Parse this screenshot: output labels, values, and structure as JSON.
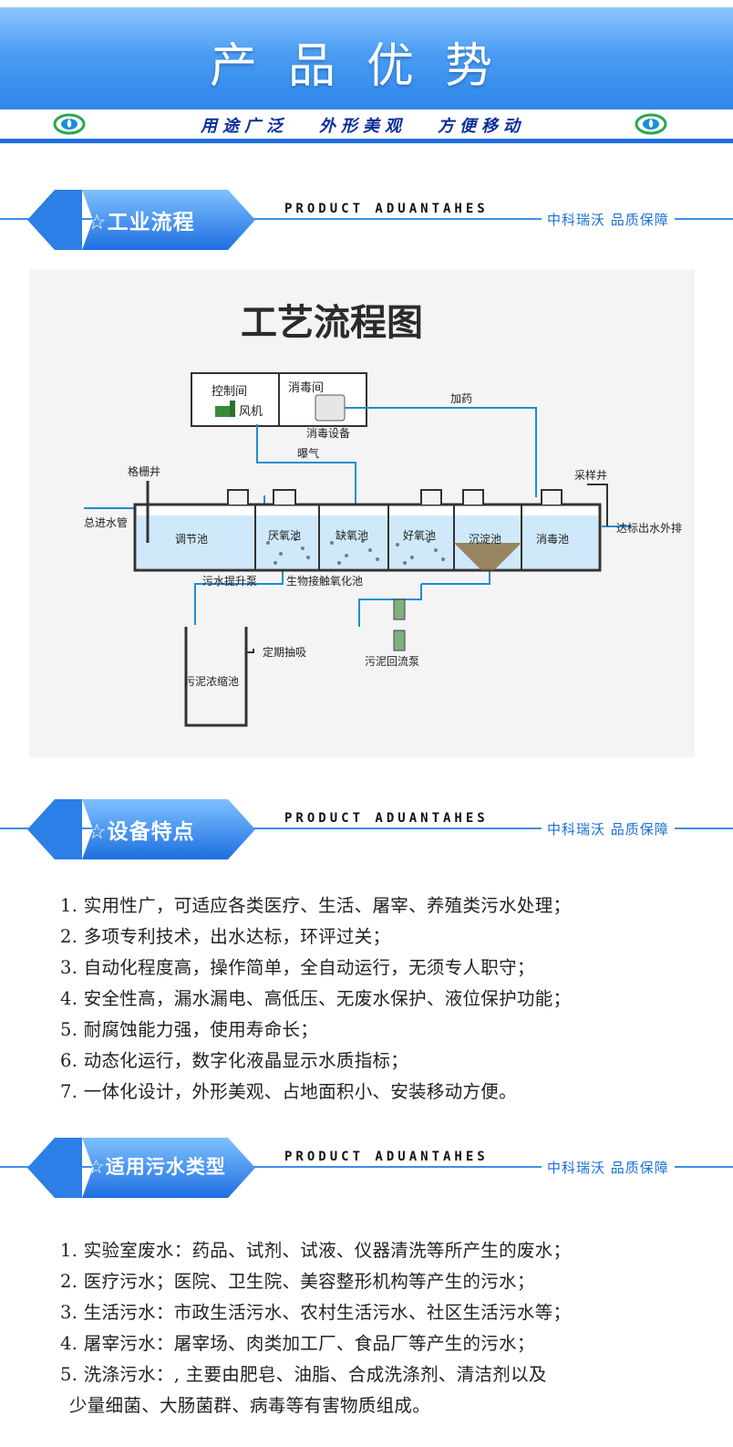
{
  "banner": {
    "title": "产品优势",
    "slogans": [
      "用途广泛",
      "外形美观",
      "方便移动"
    ]
  },
  "sections": [
    {
      "label": "☆工业流程",
      "english": "PRODUCT ADUANTAHES",
      "brand": "中科瑞沃  品质保障"
    },
    {
      "label": "☆设备特点",
      "english": "PRODUCT ADUANTAHES",
      "brand": "中科瑞沃  品质保障"
    },
    {
      "label": "☆适用污水类型",
      "english": "PRODUCT ADUANTAHES",
      "brand": "中科瑞沃  品质保障"
    }
  ],
  "diagram": {
    "title": "工艺流程图",
    "labels": {
      "control_room": "控制间",
      "blower": "风机",
      "disinfect_room": "消毒间",
      "disinfect_device": "消毒设备",
      "dosing": "加药",
      "aeration": "曝气",
      "grille_well": "格栅井",
      "inlet": "总进水管",
      "sampling_well": "采样井",
      "outlet": "达标出水外排",
      "regulating_tank": "调节池",
      "anaerobic_tank": "厌氧池",
      "anoxic_tank": "缺氧池",
      "aerobic_tank": "好氧池",
      "settling_tank": "沉淀池",
      "disinfect_tank": "消毒池",
      "lift_pump": "污水提升泵",
      "bio_contact": "生物接触氧化池",
      "periodic_suction": "定期抽吸",
      "sludge_tank": "污泥浓缩池",
      "sludge_return_pump": "污泥回流泵"
    }
  },
  "features": [
    "1. 实用性广，可适应各类医疗、生活、屠宰、养殖类污水处理；",
    "2. 多项专利技术，出水达标，环评过关；",
    "3. 自动化程度高，操作简单，全自动运行，无须专人职守；",
    "4. 安全性高，漏水漏电、高低压、无废水保护、液位保护功能；",
    "5. 耐腐蚀能力强，使用寿命长；",
    "6. 动态化运行，数字化液晶显示水质指标；",
    "7. 一体化设计，外形美观、占地面积小、安装移动方便。"
  ],
  "wastewater_types": [
    "1. 实验室废水：药品、试剂、试液、仪器清洗等所产生的废水；",
    "2. 医疗污水；医院、卫生院、美容整形机构等产生的污水；",
    "3. 生活污水：市政生活污水、农村生活污水、社区生活污水等；",
    "4. 屠宰污水：屠宰场、肉类加工厂、食品厂等产生的污水；",
    "5. 洗涤污水：, 主要由肥皂、油脂、合成洗涤剂、清洁剂以及",
    "少量细菌、大肠菌群、病毒等有害物质组成。"
  ],
  "colors": {
    "banner_blue": "#2f86ea",
    "accent_blue": "#1f6fe0",
    "slogan_navy": "#0a2f9a",
    "water_blue": "#cfe9fb",
    "pipe_blue": "#1c8fd0"
  }
}
